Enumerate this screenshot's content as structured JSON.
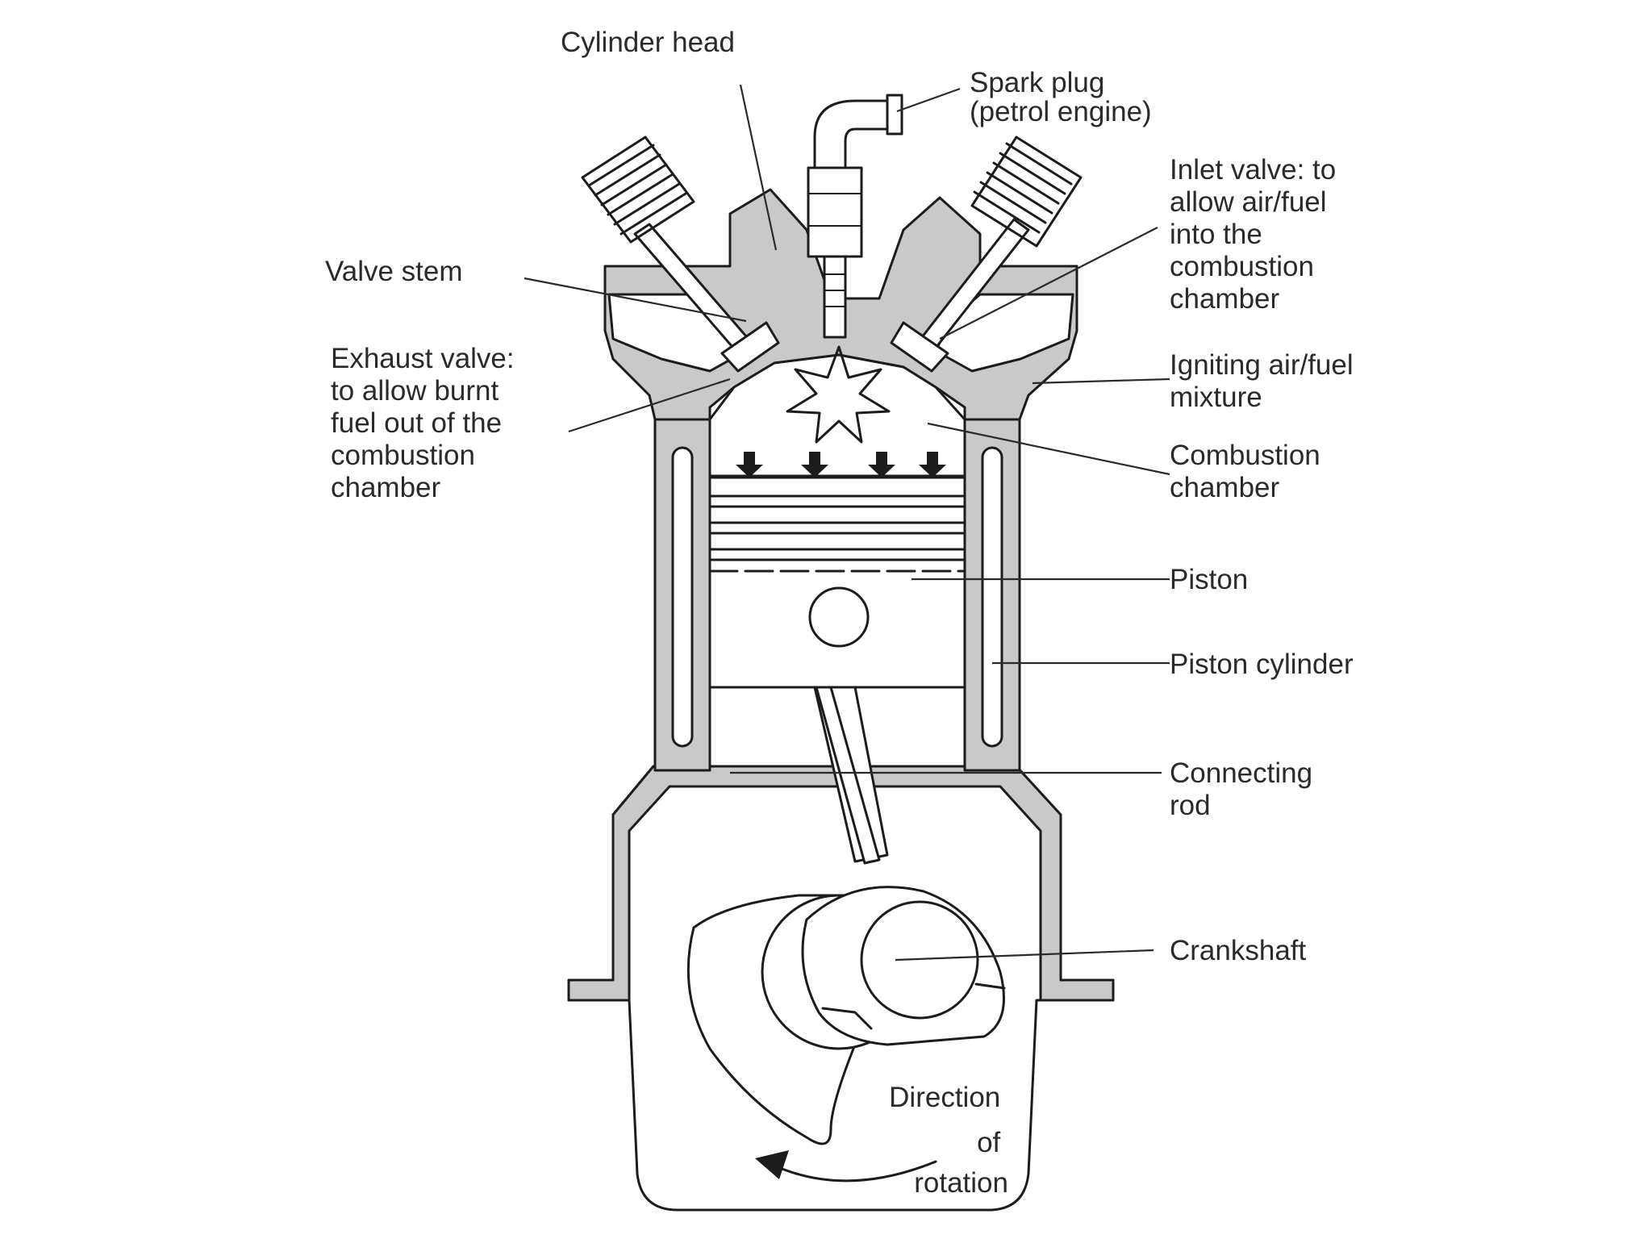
{
  "labels": {
    "cylinder_head": "Cylinder head",
    "spark_plug": [
      "Spark plug",
      "(petrol engine)"
    ],
    "inlet_valve": [
      "Inlet valve: to",
      "allow air/fuel",
      "into  the",
      "combustion",
      "chamber"
    ],
    "valve_stem": "Valve stem",
    "exhaust_valve": [
      "Exhaust valve:",
      "to allow burnt",
      "fuel out of the",
      "combustion",
      "chamber"
    ],
    "igniting_mixture": [
      "Igniting air/fuel",
      "mixture"
    ],
    "combustion_chamber": [
      "Combustion",
      "chamber"
    ],
    "piston": "Piston",
    "piston_cylinder": "Piston cylinder",
    "connecting_rod": [
      "Connecting",
      "rod"
    ],
    "crankshaft": "Crankshaft",
    "direction_of_rotation": [
      "Direction",
      "of",
      "rotation"
    ]
  },
  "colors": {
    "ink": "#1c1c1c",
    "metal_fill": "#c9c9c9",
    "background": "#ffffff"
  }
}
